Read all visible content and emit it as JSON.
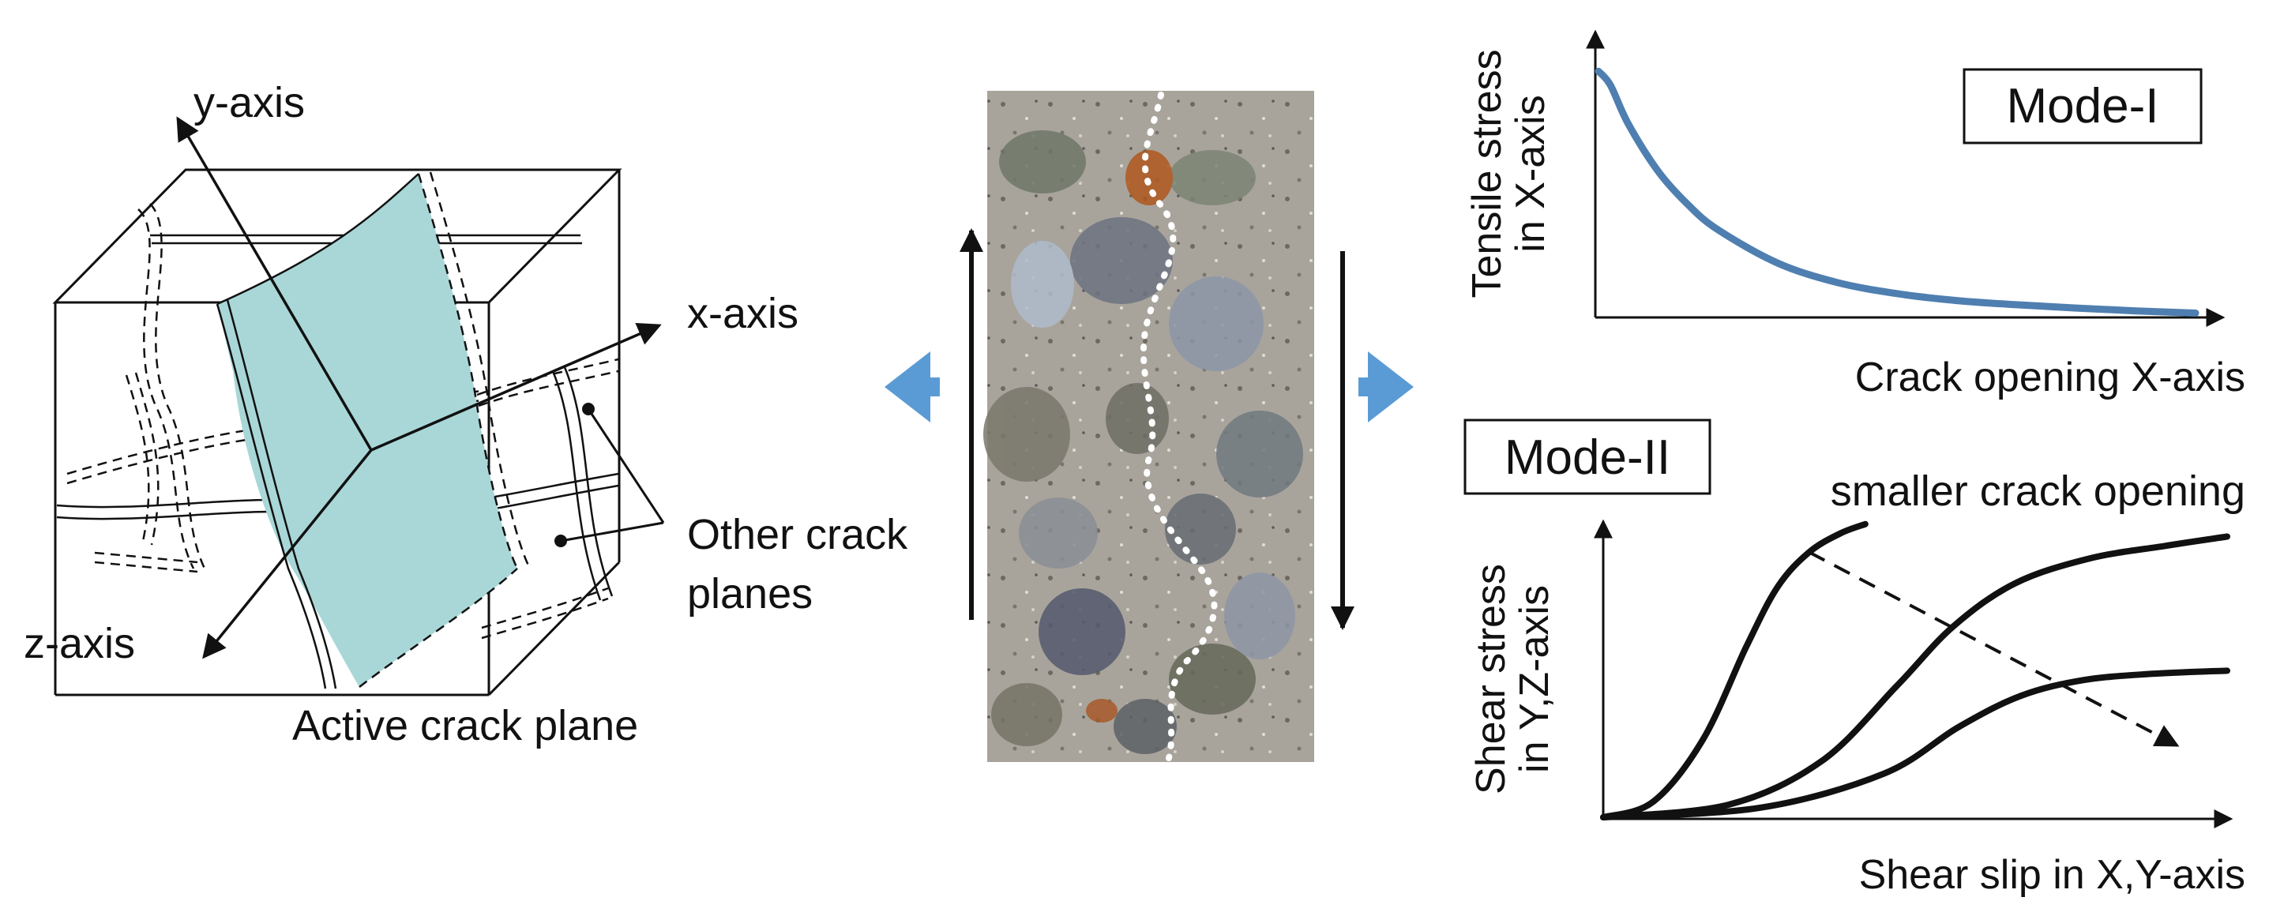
{
  "cube": {
    "y_axis": "y-axis",
    "x_axis": "x-axis",
    "z_axis": "z-axis",
    "active_plane": "Active crack plane",
    "other_planes_line1": "Other crack",
    "other_planes_line2": "planes"
  },
  "mode1": {
    "title": "Mode-I",
    "ylabel_line1": "Tensile stress",
    "ylabel_line2": "in X-axis",
    "xlabel": "Crack opening X-axis"
  },
  "mode2": {
    "title": "Mode-II",
    "annotation": "smaller crack opening",
    "ylabel_line1": "Shear stress",
    "ylabel_line2": "in Y,Z-axis",
    "xlabel": "Shear slip in X,Y-axis"
  },
  "colors": {
    "crack_plane": "#a9d7d8",
    "arrow_blue": "#5b9bd5",
    "mode1_curve": "#4f7fb0",
    "ink": "#111111"
  },
  "chart_data": [
    {
      "type": "line",
      "title": "Mode-I",
      "xlabel": "Crack opening X-axis",
      "ylabel": "Tensile stress in X-axis",
      "xlim": [
        0,
        10
      ],
      "ylim": [
        0,
        10
      ],
      "series": [
        {
          "x": [
            0,
            0.2,
            0.5,
            1,
            1.5,
            2,
            3,
            4,
            5,
            6,
            7,
            8,
            9,
            10
          ],
          "y": [
            8.8,
            8.3,
            6.9,
            5.2,
            4.0,
            3.1,
            1.9,
            1.2,
            0.8,
            0.55,
            0.4,
            0.28,
            0.18,
            0.1
          ]
        }
      ]
    },
    {
      "type": "line",
      "title": "Mode-II",
      "xlabel": "Shear slip in X,Y-axis",
      "ylabel": "Shear stress in Y,Z-axis",
      "xlim": [
        0,
        10
      ],
      "ylim": [
        0,
        10
      ],
      "series": [
        {
          "x": [
            0,
            0.8,
            1.6,
            2.3,
            2.8,
            3.3,
            3.8,
            4.2
          ],
          "y": [
            0,
            0.5,
            2.5,
            5.5,
            7.4,
            8.5,
            9.1,
            9.4
          ]
        },
        {
          "x": [
            0,
            2.0,
            3.5,
            4.7,
            5.6,
            6.6,
            7.8,
            9.0,
            10.0
          ],
          "y": [
            0,
            0.4,
            1.8,
            4.2,
            6.1,
            7.5,
            8.3,
            8.7,
            9.0
          ]
        },
        {
          "x": [
            0,
            2.5,
            4.5,
            5.7,
            6.7,
            7.7,
            8.8,
            10.0
          ],
          "y": [
            0,
            0.3,
            1.4,
            2.9,
            3.9,
            4.4,
            4.6,
            4.7
          ]
        }
      ],
      "annotation": {
        "text": "smaller crack opening",
        "arrow_from": [
          3.3,
          8.5
        ],
        "arrow_to": [
          9.2,
          2.3
        ]
      }
    }
  ]
}
